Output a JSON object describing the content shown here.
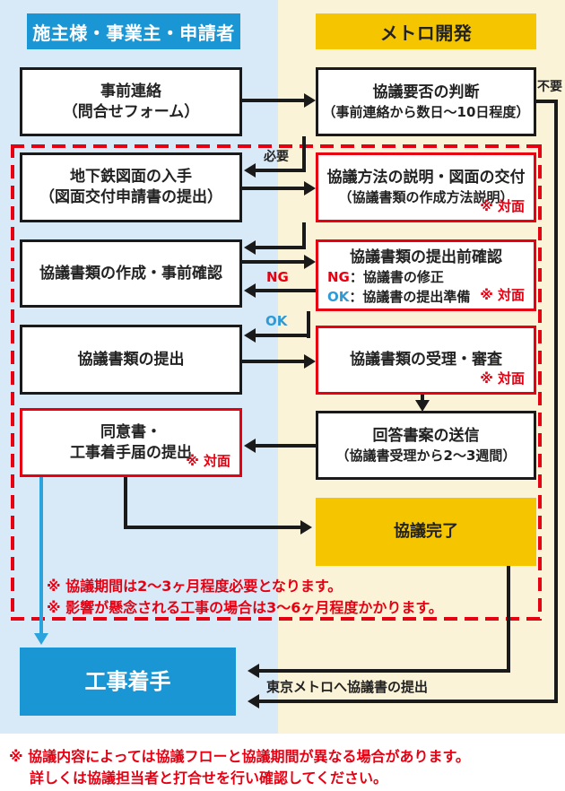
{
  "columns": {
    "left_header": "施主様・事業主・申請者",
    "right_header": "メトロ開発"
  },
  "boxes": {
    "l1": {
      "line1": "事前連絡",
      "line2": "（問合せフォーム）"
    },
    "l2": {
      "line1": "地下鉄図面の入手",
      "line2": "（図面交付申請書の提出）"
    },
    "l3": {
      "line1": "協議書類の作成・事前確認"
    },
    "l4": {
      "line1": "協議書類の提出"
    },
    "l5": {
      "line1": "同意書・",
      "line2": "工事着手届の提出",
      "note": "※ 対面"
    },
    "l6": {
      "line1": "工事着手"
    },
    "r1": {
      "line1": "協議要否の判断",
      "line2": "（事前連絡から数日～10日程度）"
    },
    "r2": {
      "line1": "協議方法の説明・図面の交付",
      "line2": "（協議書類の作成方法説明）",
      "note": "※ 対面"
    },
    "r3": {
      "title": "協議書類の提出前確認",
      "ng_label": "NG",
      "ng_text": "：協議書の修正",
      "ok_label": "OK",
      "ok_text": "：協議書の提出準備",
      "note": "※ 対面"
    },
    "r4": {
      "line1": "協議書類の受理・審査",
      "note": "※ 対面"
    },
    "r5": {
      "line1": "回答書案の送信",
      "line2": "（協議書受理から2～3週間）"
    },
    "r6": {
      "line1": "協議完了"
    }
  },
  "labels": {
    "not_required": "不要",
    "required": "必要",
    "ng": "NG",
    "ok": "OK",
    "submit_to_metro": "東京メトロへ協議書の提出"
  },
  "notes": {
    "period1": "※ 協議期間は2～3ヶ月程度必要となります。",
    "period2": "※ 影響が懸念される工事の場合は3～6ヶ月程度かかります。",
    "footer1": "※ 協議内容によっては協議フローと協議期間が異なる場合があります。",
    "footer2": "詳しくは協議担当者と打合せを行い確認してください。"
  },
  "colors": {
    "left_bg": "#d8e9f7",
    "right_bg": "#fbf3d8",
    "blue": "#1a96d4",
    "yellow": "#f5c500",
    "red": "#e60012",
    "ok_blue": "#2e9bd6",
    "line": "#1a1a1a",
    "cyan_arrow": "#2ba3dc"
  }
}
